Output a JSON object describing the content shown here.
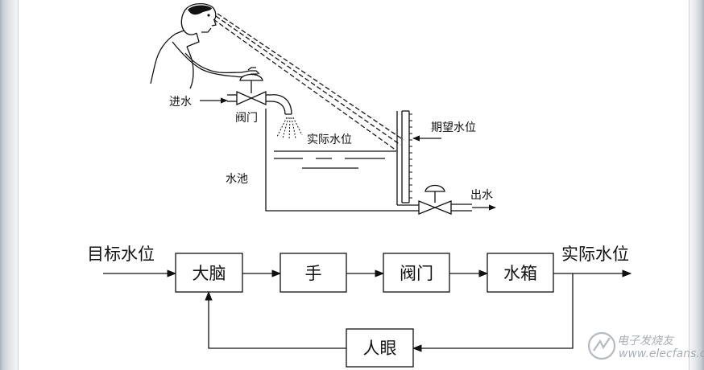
{
  "apparatus": {
    "inlet": "进水",
    "valve": "阀门",
    "actual_level": "实际水位",
    "expected_level": "期望水位",
    "tank": "水池",
    "outlet": "出水"
  },
  "block_diagram": {
    "input_label": "目标水位",
    "output_label": "实际水位",
    "blocks": {
      "brain": "大脑",
      "hand": "手",
      "valve": "阀门",
      "tank": "水箱",
      "eye": "人眼"
    }
  },
  "watermark": {
    "text": "www.elecfans.com",
    "brand": "电子发烧友"
  }
}
